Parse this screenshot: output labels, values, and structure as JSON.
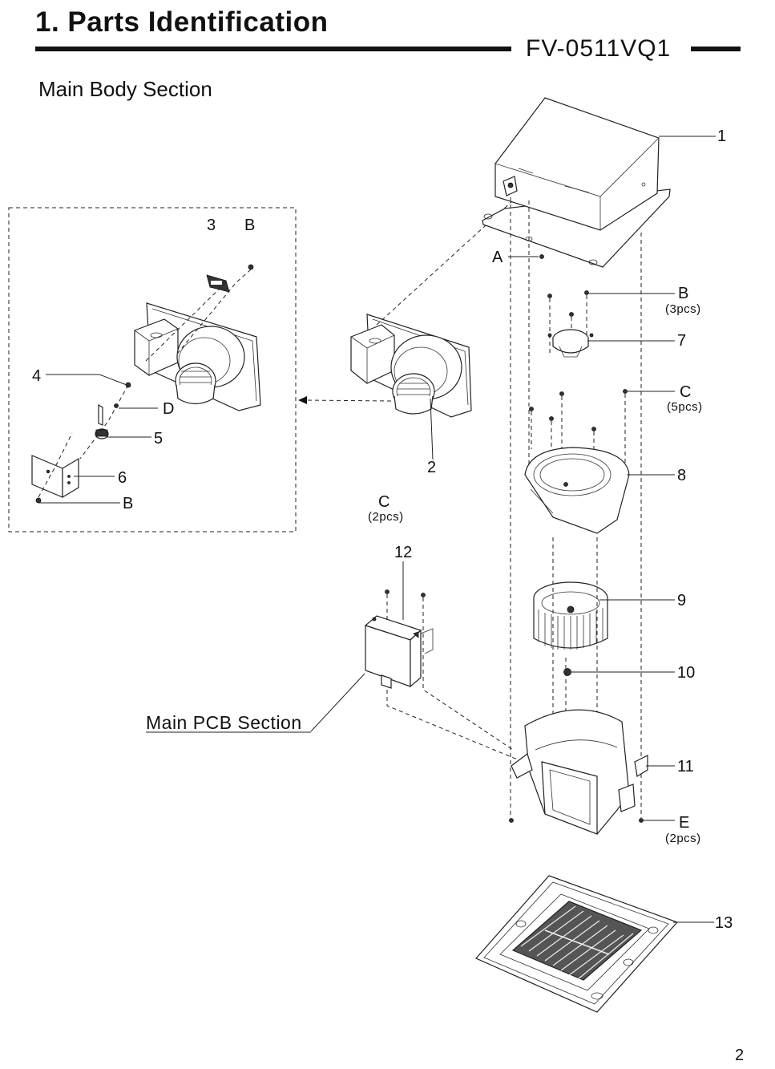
{
  "header": {
    "title": "1. Parts Identification",
    "model": "FV-0511VQ1"
  },
  "section_title": "Main Body Section",
  "pcb_section_label": "Main PCB Section",
  "page_number": "2",
  "labels": {
    "p1": "1",
    "p2": "2",
    "p3": "3",
    "p4": "4",
    "p5": "5",
    "p6": "6",
    "p7": "7",
    "p8": "8",
    "p9": "9",
    "p10": "10",
    "p11": "11",
    "p12": "12",
    "p13": "13",
    "a": "A",
    "b_inset_top": "B",
    "b_inset_bottom": "B",
    "b_main": "B",
    "b_main_qty": "(3pcs)",
    "c_main": "C",
    "c_main_qty": "(5pcs)",
    "c_pcb": "C",
    "c_pcb_qty": "(2pcs)",
    "d": "D",
    "e": "E",
    "e_qty": "(2pcs)"
  }
}
